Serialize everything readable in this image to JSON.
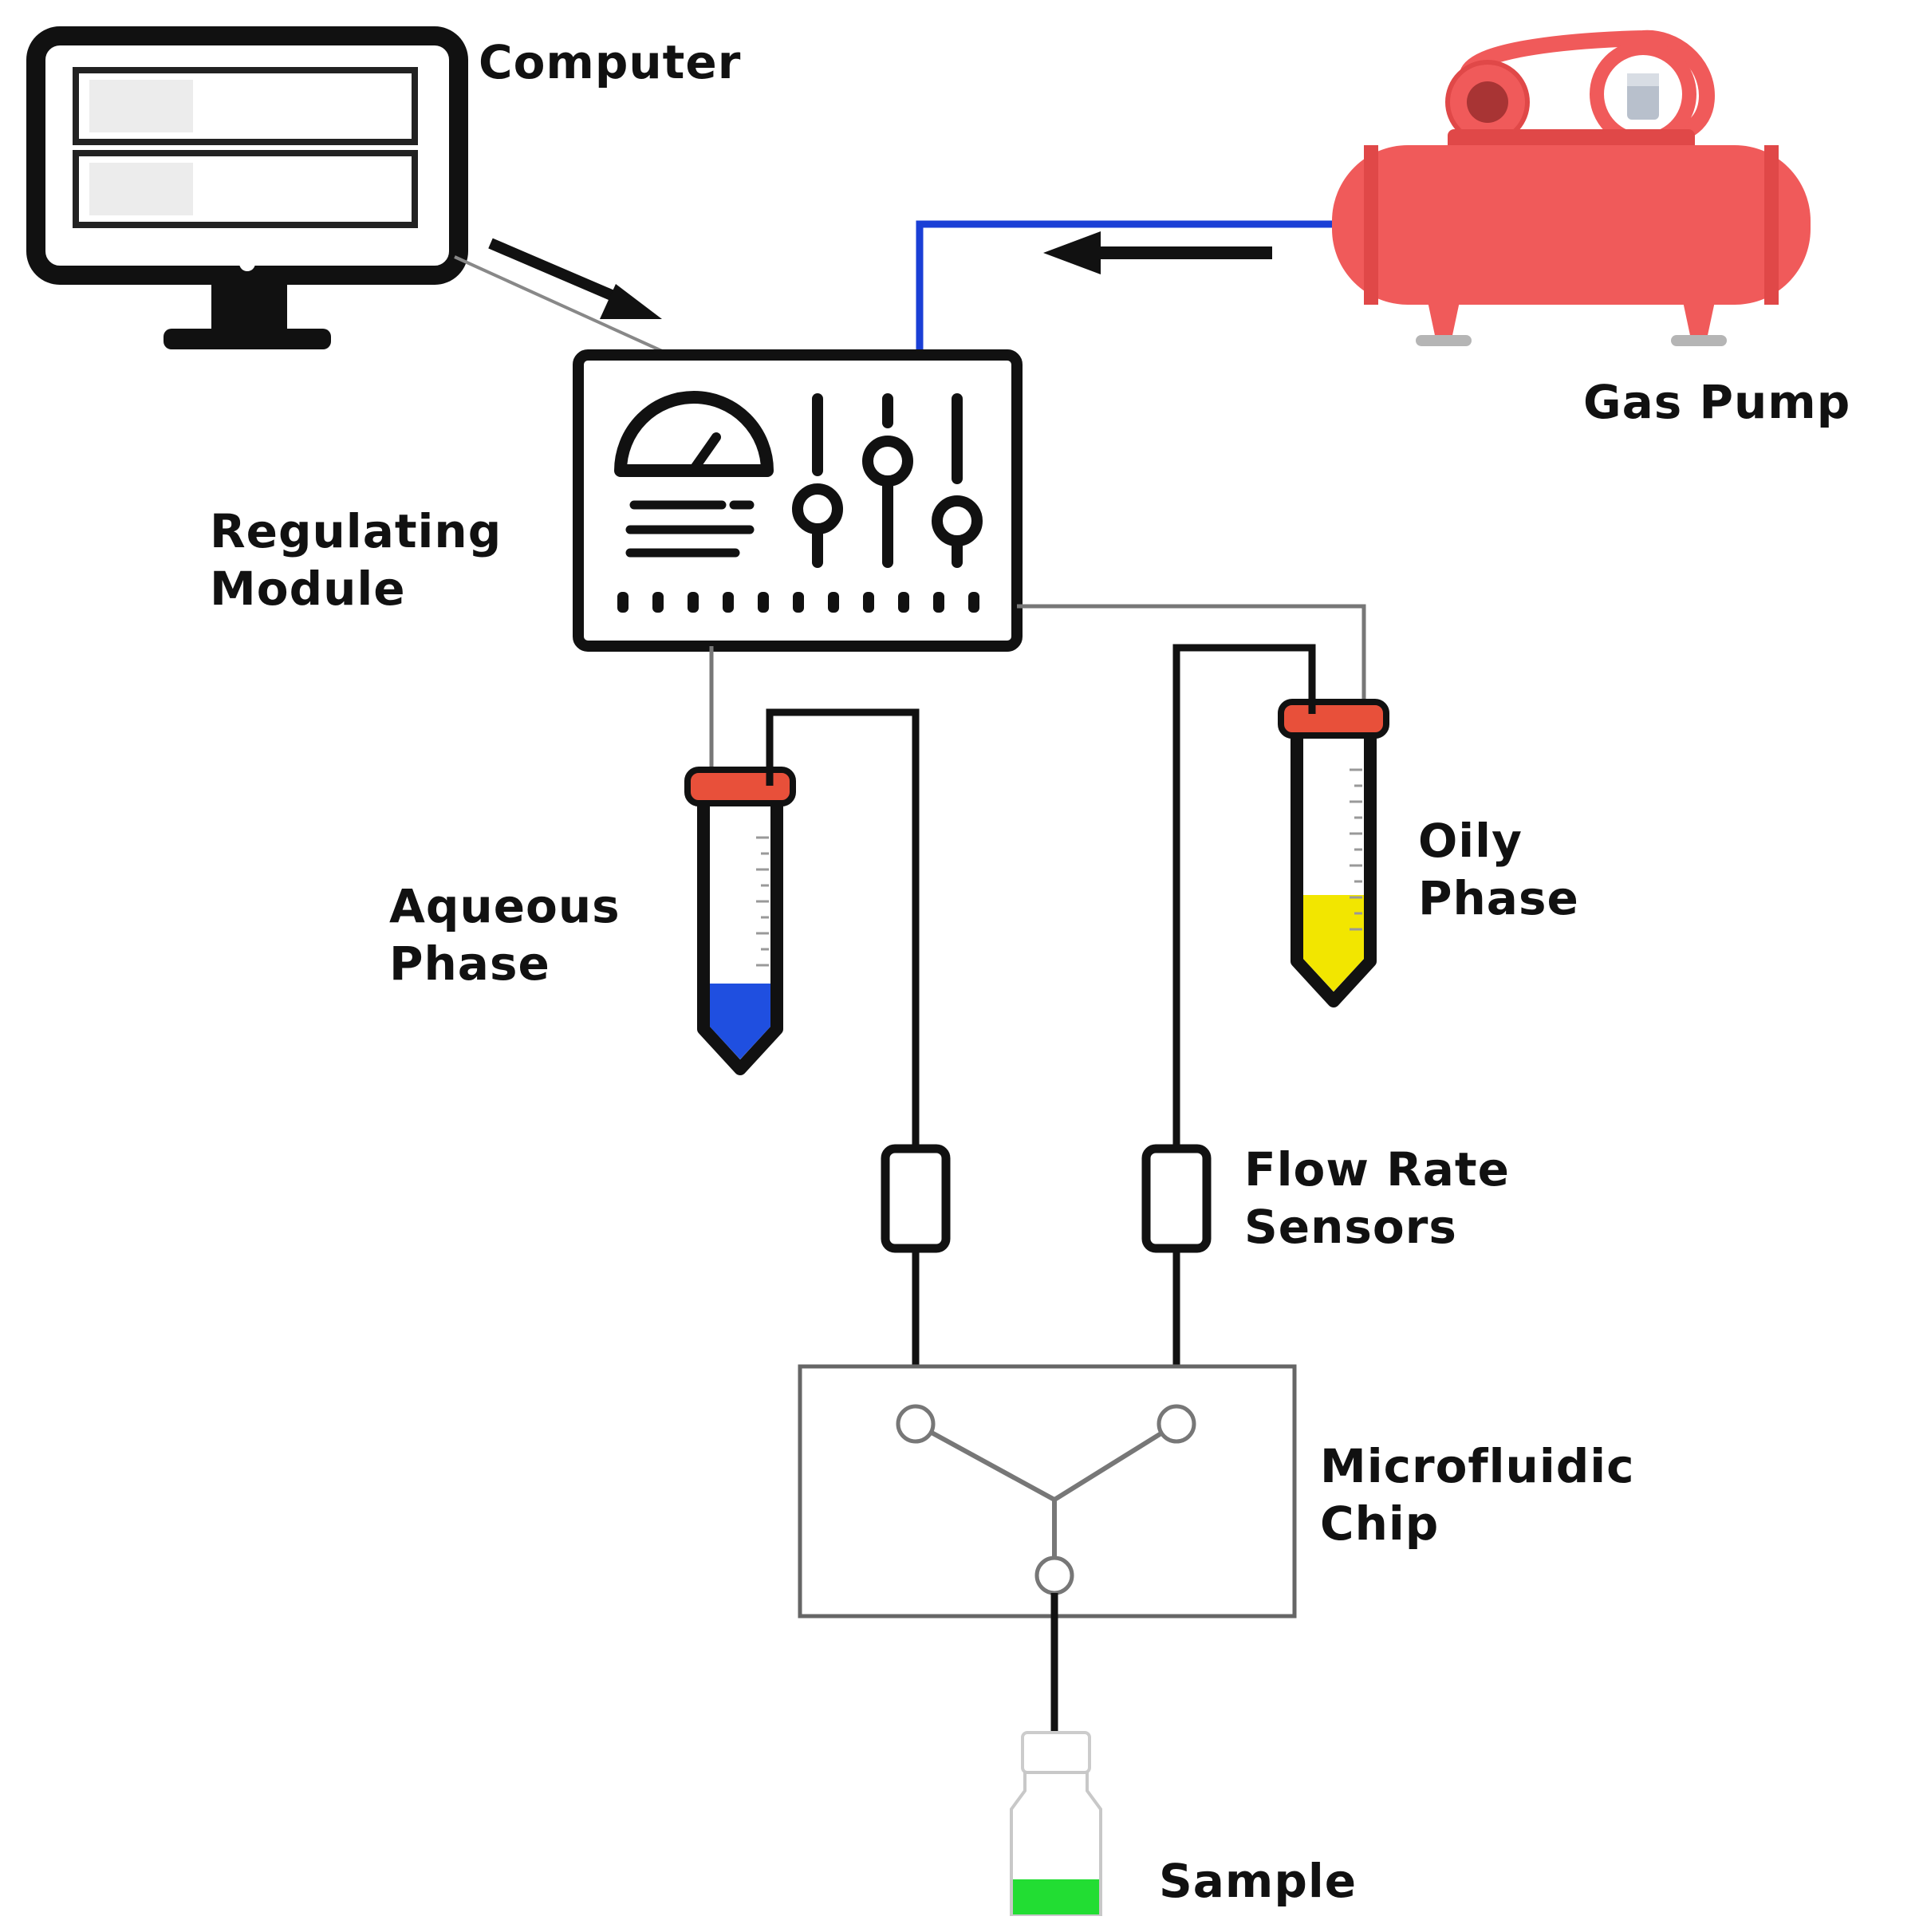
{
  "labels": {
    "computer": "Computer",
    "gas_pump": "Gas Pump",
    "regulating_module_l1": "Regulating",
    "regulating_module_l2": "Module",
    "aqueous_phase_l1": "Aqueous",
    "aqueous_phase_l2": "Phase",
    "oily_phase_l1": "Oily",
    "oily_phase_l2": "Phase",
    "flow_rate_sensors_l1": "Flow Rate",
    "flow_rate_sensors_l2": "Sensors",
    "microfluidic_chip_l1": "Microfluidic",
    "microfluidic_chip_l2": "Chip",
    "sample": "Sample"
  },
  "colors": {
    "gas_line": "#1a3fd6",
    "pump_body": "#f05a5a",
    "pump_dark": "#c43c3c",
    "tube_cap": "#e8503a",
    "aqueous_liquid": "#1f4fe0",
    "oily_liquid": "#f2e600",
    "sample_liquid": "#22dd33",
    "outline": "#111111",
    "thin_line": "#777777"
  },
  "icons": {
    "computer": "monitor-icon",
    "gas_pump": "air-compressor-icon",
    "regulating_module": "control-panel-icon",
    "aqueous_tube": "test-tube-icon",
    "oily_tube": "test-tube-icon",
    "sensor": "flow-sensor-icon",
    "chip": "microfluidic-chip-icon",
    "sample": "vial-icon"
  }
}
